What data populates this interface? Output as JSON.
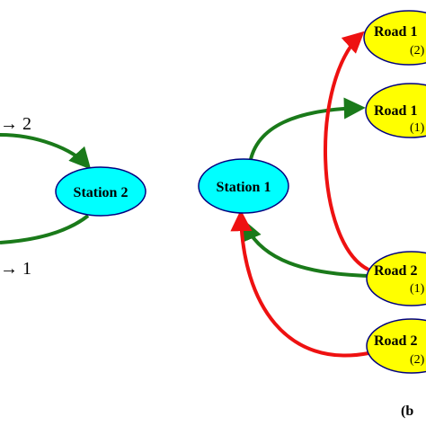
{
  "colors": {
    "station_fill": "#00ffff",
    "road_fill": "#ffff00",
    "green_arrow": "#1a7a1a",
    "red_arrow": "#ee1111",
    "outline": "#000080"
  },
  "edge_labels": {
    "top_left": "→ 2",
    "bottom_left": "→ 1"
  },
  "nodes": {
    "station_2": {
      "label": "Station 2"
    },
    "station_1": {
      "label": "Station 1"
    },
    "road_top": {
      "label": "Road 1",
      "sub": "(2)"
    },
    "road_upper_mid": {
      "label": "Road 1",
      "sub": "(1)"
    },
    "road_lower_mid": {
      "label": "Road 2",
      "sub": "(1)"
    },
    "road_bottom": {
      "label": "Road 2",
      "sub": "(2)"
    }
  },
  "panel_label": "(b"
}
